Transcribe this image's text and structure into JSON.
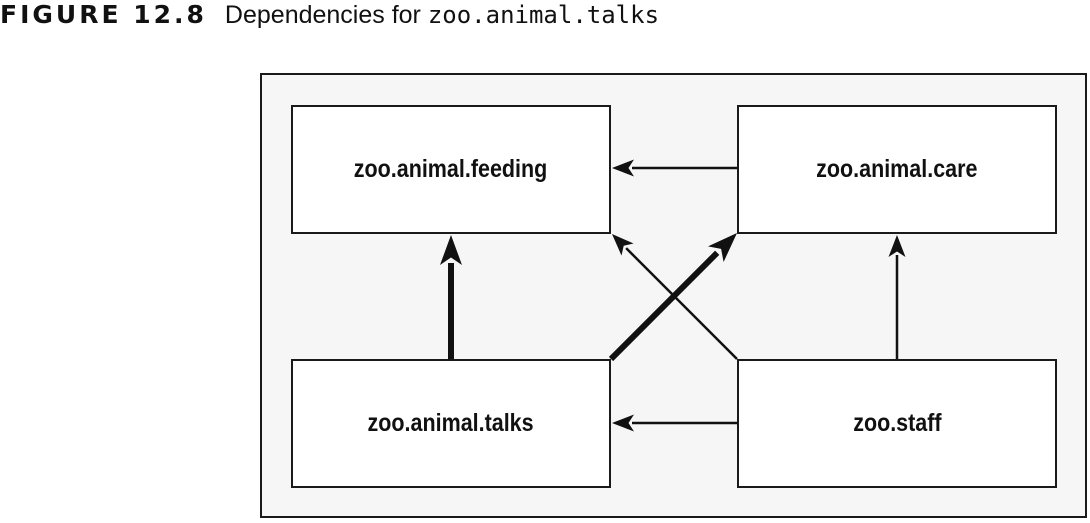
{
  "caption": {
    "label": "FIGURE 12.8",
    "title": "Dependencies for ",
    "code": "zoo.animal.talks"
  },
  "modules": {
    "feeding": "zoo.animal.feeding",
    "care": "zoo.animal.care",
    "talks": "zoo.animal.talks",
    "staff": "zoo.staff"
  },
  "dependencies": [
    {
      "from": "zoo.animal.care",
      "to": "zoo.animal.feeding",
      "emphasized": false
    },
    {
      "from": "zoo.animal.talks",
      "to": "zoo.animal.feeding",
      "emphasized": true
    },
    {
      "from": "zoo.animal.talks",
      "to": "zoo.animal.care",
      "emphasized": true
    },
    {
      "from": "zoo.staff",
      "to": "zoo.animal.feeding",
      "emphasized": false
    },
    {
      "from": "zoo.staff",
      "to": "zoo.animal.care",
      "emphasized": false
    },
    {
      "from": "zoo.staff",
      "to": "zoo.animal.talks",
      "emphasized": false
    }
  ]
}
